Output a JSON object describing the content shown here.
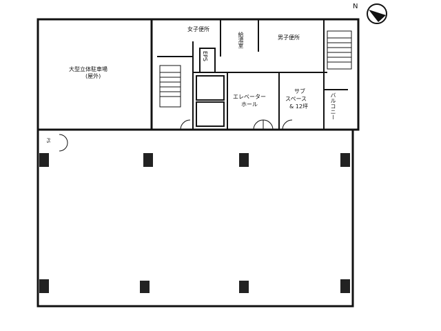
{
  "compass": {
    "north_label": "N"
  },
  "rooms": {
    "parking": "大型立体駐車場",
    "parking_note": "(屋外)",
    "womens_restroom": "女子便所",
    "kitchenette": "給湯室",
    "mens_restroom": "男子便所",
    "eps": "EPS",
    "elevator_hall_line1": "エレベーター",
    "elevator_hall_line2": "ホール",
    "sub_space_line1": "サブ",
    "sub_space_line2": "スペース",
    "sub_space_line3": "& 12坪",
    "balcony": "バルコニー",
    "ps": "PS"
  }
}
